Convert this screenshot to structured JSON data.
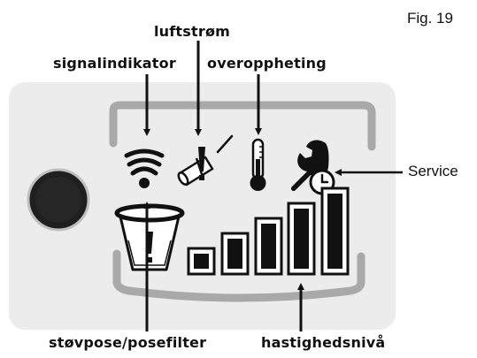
{
  "figure_label": "Fig. 19",
  "labels": {
    "airflow": "luftstrøm",
    "signal_indicator": "signalindikator",
    "overheating": "overoppheting",
    "service": "Service",
    "dust_bag": "støvpose/posefilter",
    "speed_level": "hastighedsnivå"
  },
  "indicator_icons": [
    "wifi-signal-icon",
    "airflow-blocked-icon",
    "thermometer-icon",
    "wrench-clock-icon",
    "dust-bag-warning-icon"
  ],
  "speed_levels": [
    1,
    2,
    3,
    4,
    5
  ],
  "colors": {
    "panel": "#ececec",
    "bracket": "#a9a9a9",
    "icon": "#111111",
    "button": "#1f1f1f"
  }
}
